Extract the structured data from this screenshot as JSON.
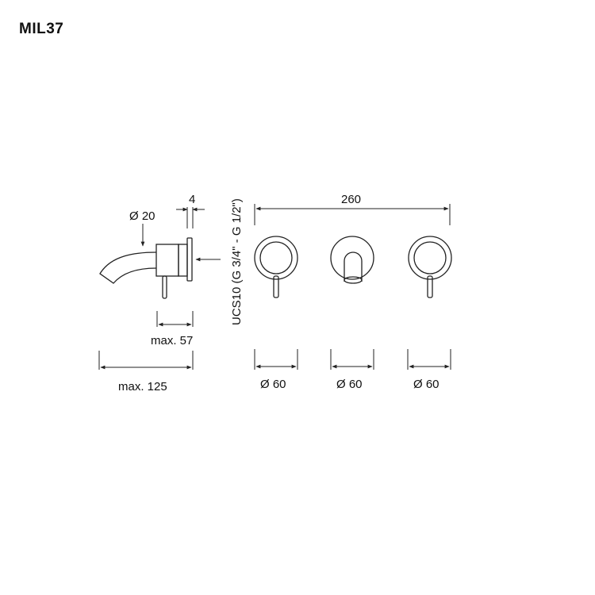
{
  "title": "MIL37",
  "side_view": {
    "spout_diameter": "Ø 20",
    "flange_thickness": "4",
    "body_depth": "max. 57",
    "total_projection": "max. 125",
    "connection": "UCS10 (G 3/4\" - G 1/2\")"
  },
  "front_view": {
    "total_width": "260",
    "diameters": [
      "Ø 60",
      "Ø 60",
      "Ø 60"
    ]
  },
  "colors": {
    "line": "#222222",
    "background": "#ffffff"
  }
}
